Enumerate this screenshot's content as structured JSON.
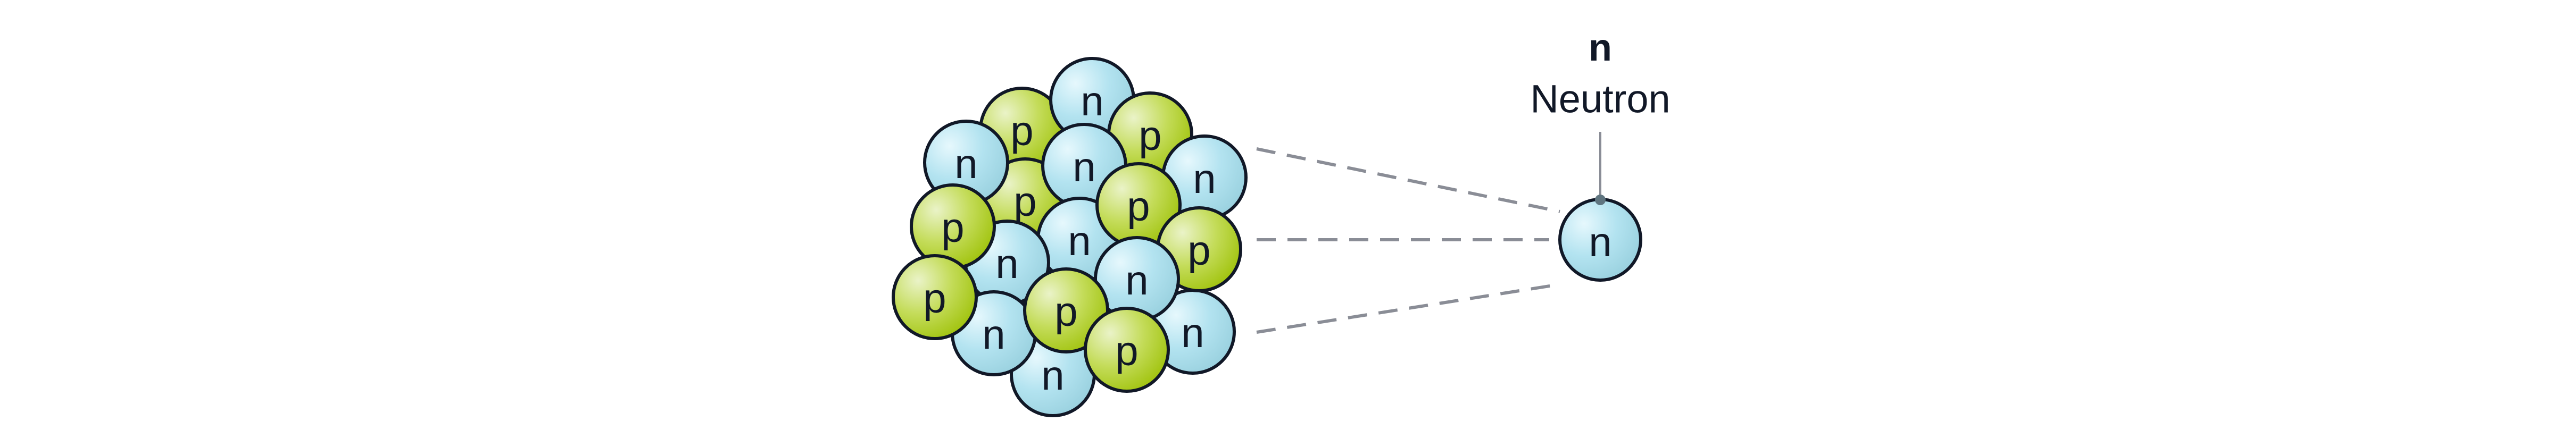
{
  "labels": {
    "symbol": "n",
    "name": "Neutron"
  },
  "particles": {
    "neutron_symbol": "n",
    "proton_symbol": "p"
  },
  "colors": {
    "neutron_fill": "#a6dcea",
    "neutron_highlight": "#e6f8fd",
    "proton_fill": "#a8c81a",
    "proton_highlight": "#eaf3c8",
    "outline": "#111827",
    "guide": "#8a8d96"
  },
  "nucleus": {
    "particles": [
      "p",
      "n",
      "p",
      "p",
      "n",
      "n",
      "n",
      "n",
      "p",
      "n",
      "p",
      "n",
      "n",
      "n",
      "p",
      "p",
      "n",
      "p",
      "p"
    ],
    "neutron_count": 10,
    "proton_count": 9
  }
}
